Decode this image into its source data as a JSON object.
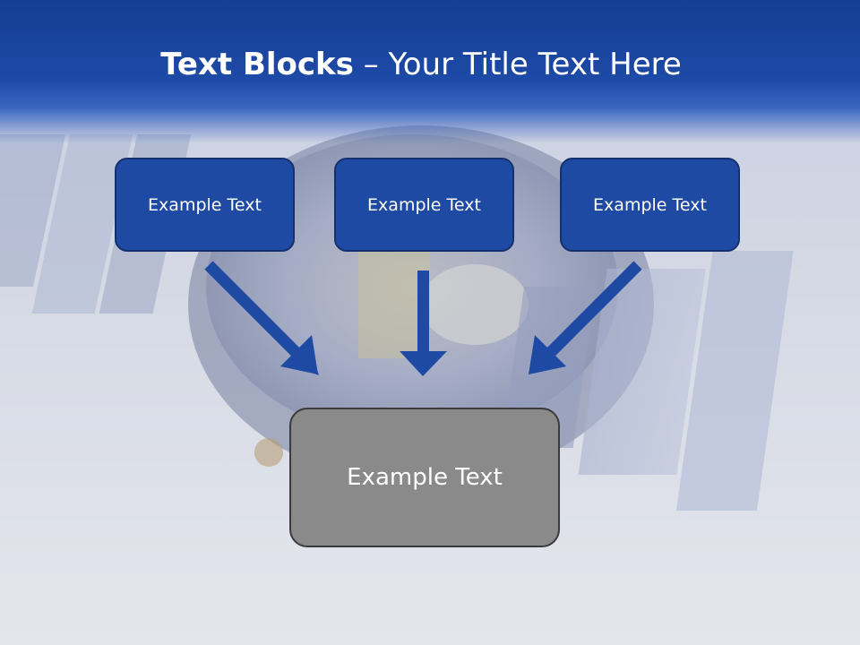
{
  "slide": {
    "title_bold": "Text Blocks",
    "title_rest": " – Your Title Text Here"
  },
  "blocks": [
    {
      "label": "Example Text"
    },
    {
      "label": "Example Text"
    },
    {
      "label": "Example Text"
    }
  ],
  "result": {
    "label": "Example Text"
  },
  "colors": {
    "header": "#1d4aa6",
    "block_fill": "#1f4aa3",
    "block_border": "#14306e",
    "arrow": "#1f4aa3",
    "result_fill": "#8a8a8a"
  }
}
